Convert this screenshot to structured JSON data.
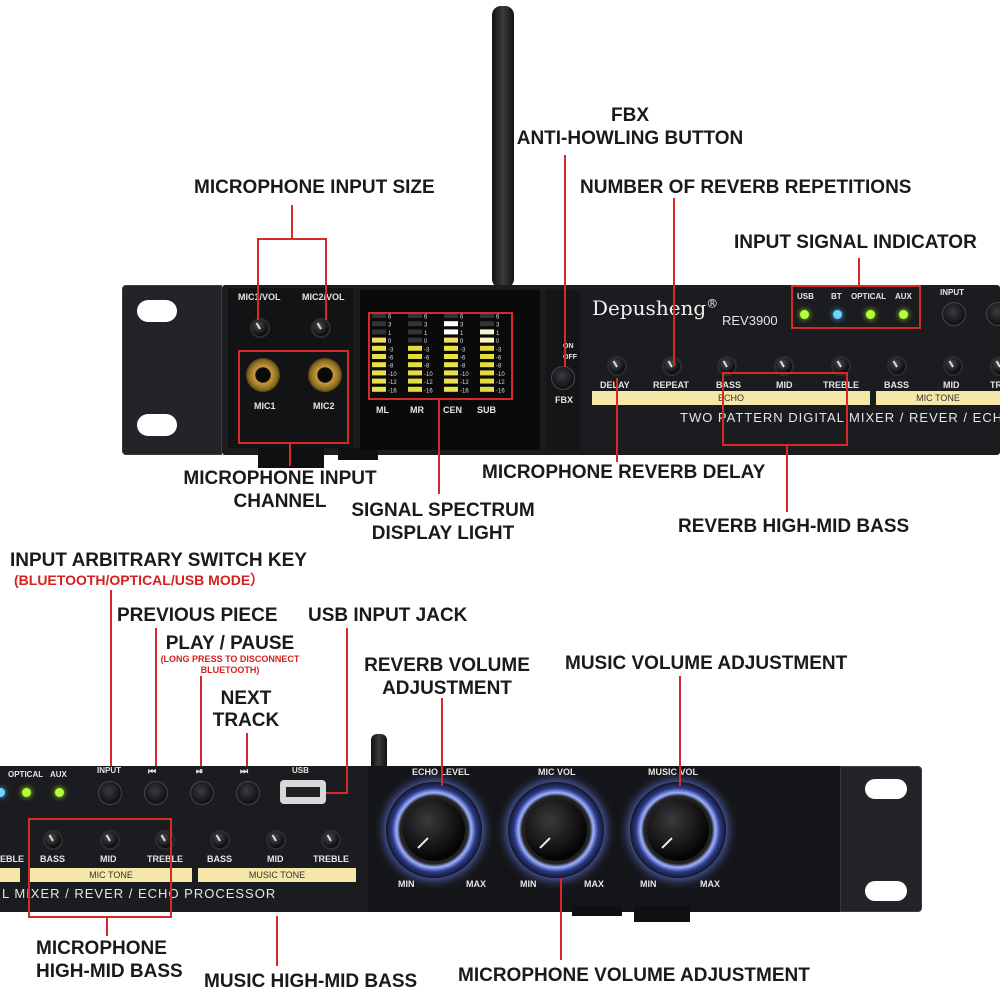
{
  "top_annotations": {
    "fbx_line1": "FBX",
    "fbx_line2": "ANTI-HOWLING BUTTON",
    "mic_input_size": "MICROPHONE INPUT SIZE",
    "reverb_repetitions": "NUMBER OF REVERB REPETITIONS",
    "input_signal_indicator": "INPUT SIGNAL INDICATOR",
    "mic_input_channel_line1": "MICROPHONE INPUT",
    "mic_input_channel_line2": "CHANNEL",
    "spectrum_line1": "SIGNAL SPECTRUM",
    "spectrum_line2": "DISPLAY LIGHT",
    "mic_reverb_delay": "MICROPHONE REVERB DELAY",
    "reverb_high_mid_bass": "REVERB HIGH-MID BASS"
  },
  "bottom_annotations": {
    "input_switch": "INPUT ARBITRARY SWITCH KEY",
    "input_switch_sub": "(BLUETOOTH/OPTICAL/USB MODE）",
    "previous_piece": "PREVIOUS PIECE",
    "usb_input_jack": "USB INPUT JACK",
    "play_pause": "PLAY / PAUSE",
    "play_pause_sub1": "(LONG PRESS TO DISCONNECT",
    "play_pause_sub2": "BLUETOOTH)",
    "next_line1": "NEXT",
    "next_line2": "TRACK",
    "reverb_volume_line1": "REVERB VOLUME",
    "reverb_volume_line2": "ADJUSTMENT",
    "music_volume": "MUSIC VOLUME ADJUSTMENT",
    "mic_high_mid_bass_line1": "MICROPHONE",
    "mic_high_mid_bass_line2": "HIGH-MID BASS",
    "music_high_mid_bass": "MUSIC HIGH-MID BASS",
    "mic_volume": "MICROPHONE VOLUME ADJUSTMENT"
  },
  "device_top": {
    "brand": "Depusheng",
    "reg": "®",
    "model": "REV3900",
    "mic1vol": "MIC1/VOL",
    "mic2vol": "MIC2/VOL",
    "mic1": "MIC1",
    "mic2": "MIC2",
    "ch_ml": "ML",
    "ch_mr": "MR",
    "ch_cen": "CEN",
    "ch_sub": "SUB",
    "db_scale": [
      "6",
      "3",
      "1",
      "0",
      "-3",
      "-6",
      "-8",
      "-10",
      "-12",
      "-16"
    ],
    "fbx": "FBX",
    "on": "ON",
    "off": "OFF",
    "led_usb": "USB",
    "led_bt": "BT",
    "led_optical": "OPTICAL",
    "led_aux": "AUX",
    "input": "INPUT",
    "k_delay": "DELAY",
    "k_repeat": "REPEAT",
    "k_bass": "BASS",
    "k_mid": "MID",
    "k_treble": "TREBLE",
    "k_bass2": "BASS",
    "k_mid2": "MID",
    "k_tr2": "TR",
    "echo_strip": "ECHO",
    "mic_tone_strip": "MIC TONE",
    "tagline": "TWO PATTERN DIGITAL MIXER / REVER / ECHO"
  },
  "device_bottom": {
    "optical": "OPTICAL",
    "aux": "AUX",
    "input": "INPUT",
    "usb": "USB",
    "k_eble": "EBLE",
    "k_bass": "BASS",
    "k_mid": "MID",
    "k_treble": "TREBLE",
    "k_bass2": "BASS",
    "k_mid2": "MID",
    "k_treble2": "TREBLE",
    "mic_tone_strip": "MIC TONE",
    "music_tone_strip": "MUSIC TONE",
    "tagline": "L MIXER / REVER / ECHO PROCESSOR",
    "echo_level": "ECHO LEVEL",
    "mic_vol": "MIC VOL",
    "music_vol": "MUSIC VOL",
    "min": "MIN",
    "max": "MAX"
  }
}
